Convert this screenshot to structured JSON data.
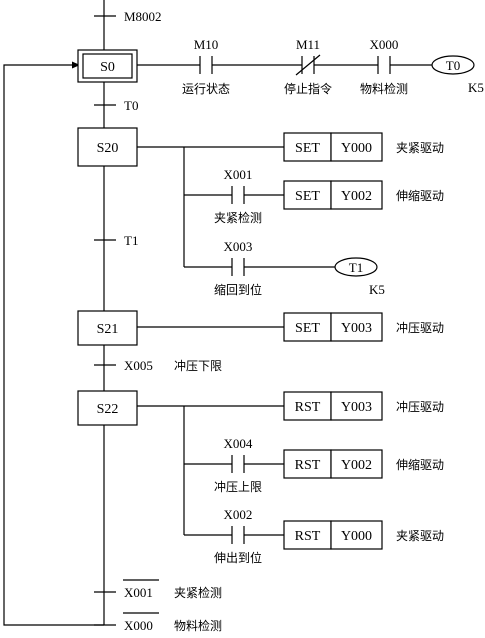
{
  "initial_condition": "M8002",
  "initial_step": {
    "name": "S0",
    "contacts": [
      {
        "addr": "M10",
        "desc": "运行状态"
      },
      {
        "addr": "M11",
        "desc": "停止指令"
      },
      {
        "addr": "X000",
        "desc": "物料检测"
      }
    ],
    "timer": {
      "name": "T0",
      "preset": "K5"
    }
  },
  "transitions": {
    "t0": {
      "cond": "T0"
    },
    "t1": {
      "cond": "T1"
    },
    "t2": {
      "cond": "X005",
      "desc": "冲压下限"
    },
    "t3": {
      "cond": "X001",
      "desc": "夹紧检测"
    },
    "t4": {
      "cond": "X000",
      "desc": "物料检测"
    }
  },
  "steps": {
    "s20": {
      "name": "S20",
      "action1": {
        "op": "SET",
        "dev": "Y000",
        "desc": "夹紧驱动"
      },
      "contact2": {
        "addr": "X001",
        "desc": "夹紧检测"
      },
      "action2": {
        "op": "SET",
        "dev": "Y002",
        "desc": "伸缩驱动"
      },
      "contact3": {
        "addr": "X003",
        "desc": "缩回到位"
      },
      "timer": {
        "name": "T1",
        "preset": "K5"
      }
    },
    "s21": {
      "name": "S21",
      "action1": {
        "op": "SET",
        "dev": "Y003",
        "desc": "冲压驱动"
      }
    },
    "s22": {
      "name": "S22",
      "action1": {
        "op": "RST",
        "dev": "Y003",
        "desc": "冲压驱动"
      },
      "contact2": {
        "addr": "X004",
        "desc": "冲压上限"
      },
      "action2": {
        "op": "RST",
        "dev": "Y002",
        "desc": "伸缩驱动"
      },
      "contact3": {
        "addr": "X002",
        "desc": "伸出到位"
      },
      "action3": {
        "op": "RST",
        "dev": "Y000",
        "desc": "夹紧驱动"
      }
    }
  }
}
